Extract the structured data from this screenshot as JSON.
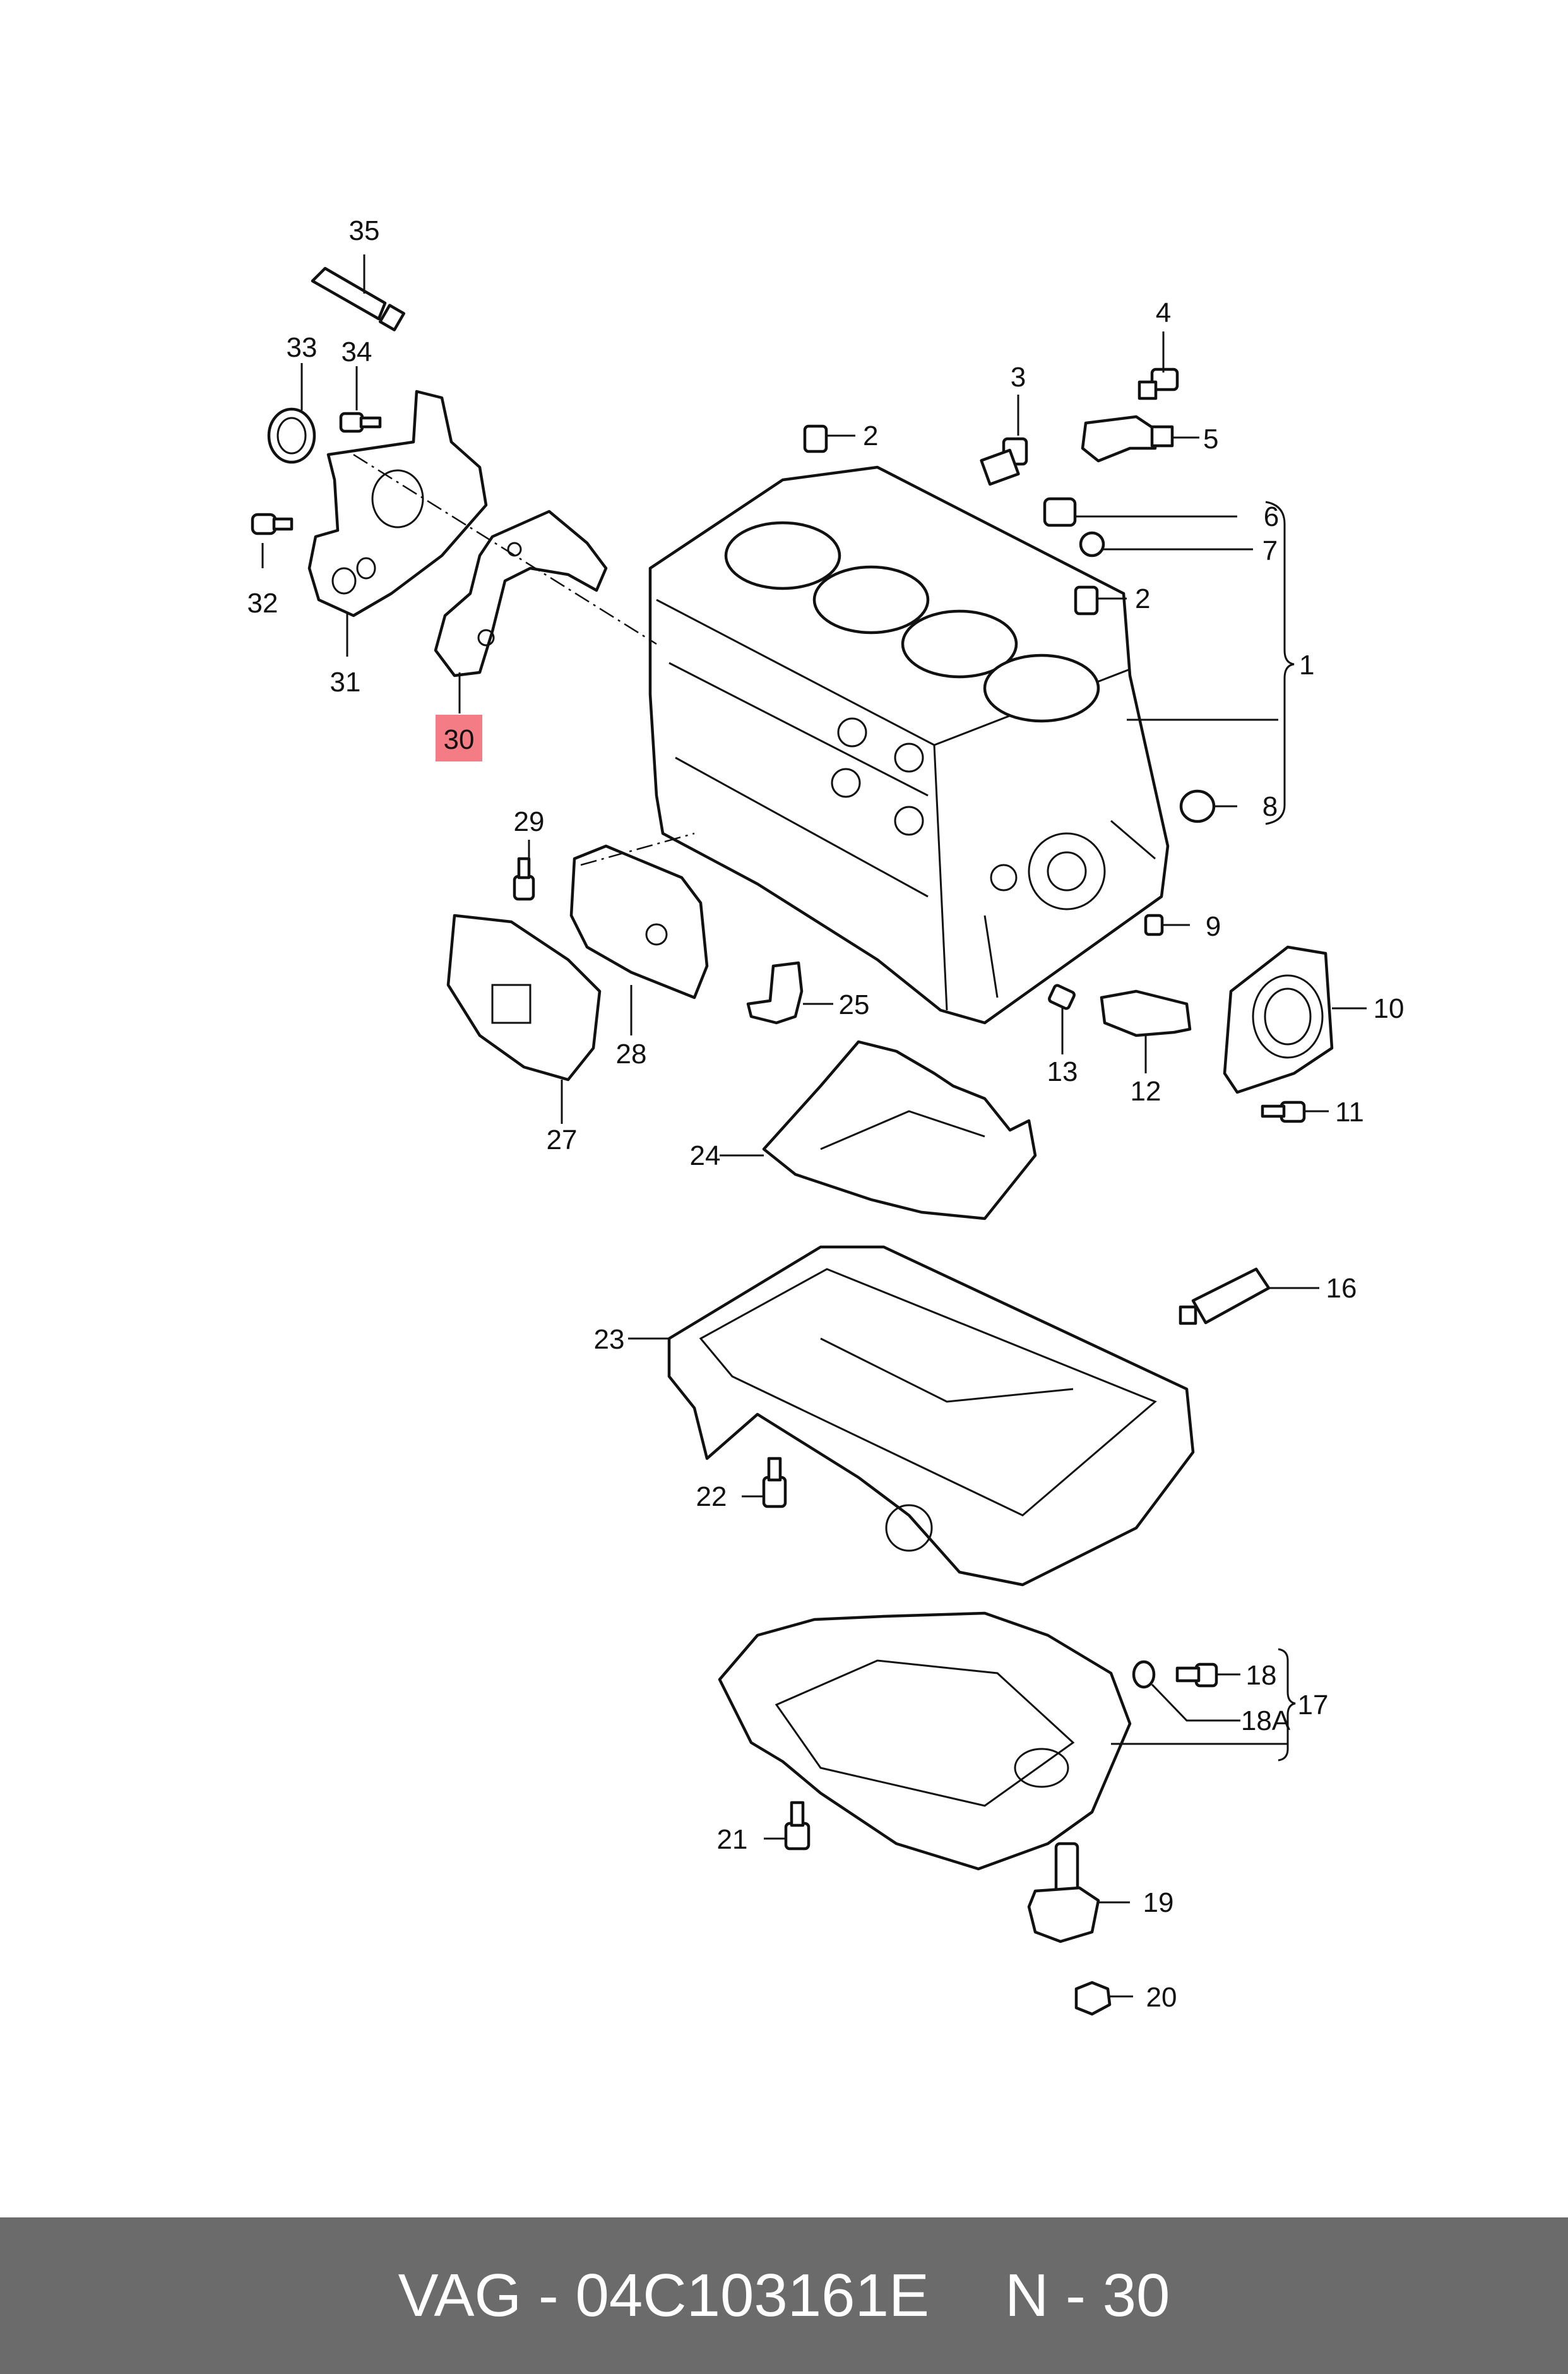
{
  "colors": {
    "background": "#ffffff",
    "ink": "#111111",
    "highlight": "#f47c84",
    "footer": "#6b6b6b",
    "footer_text": "#ffffff"
  },
  "callouts": [
    "35",
    "33",
    "34",
    "32",
    "31",
    "30",
    "4",
    "3",
    "2",
    "5",
    "6",
    "7",
    "2",
    "1",
    "8",
    "29",
    "9",
    "10",
    "25",
    "13",
    "12",
    "11",
    "28",
    "27",
    "24",
    "16",
    "23",
    "22",
    "18",
    "18A",
    "17",
    "21",
    "19",
    "20"
  ],
  "highlighted_callout": "30",
  "footer": {
    "part_number": "VAG - 04C103161E",
    "position": "N - 30"
  }
}
